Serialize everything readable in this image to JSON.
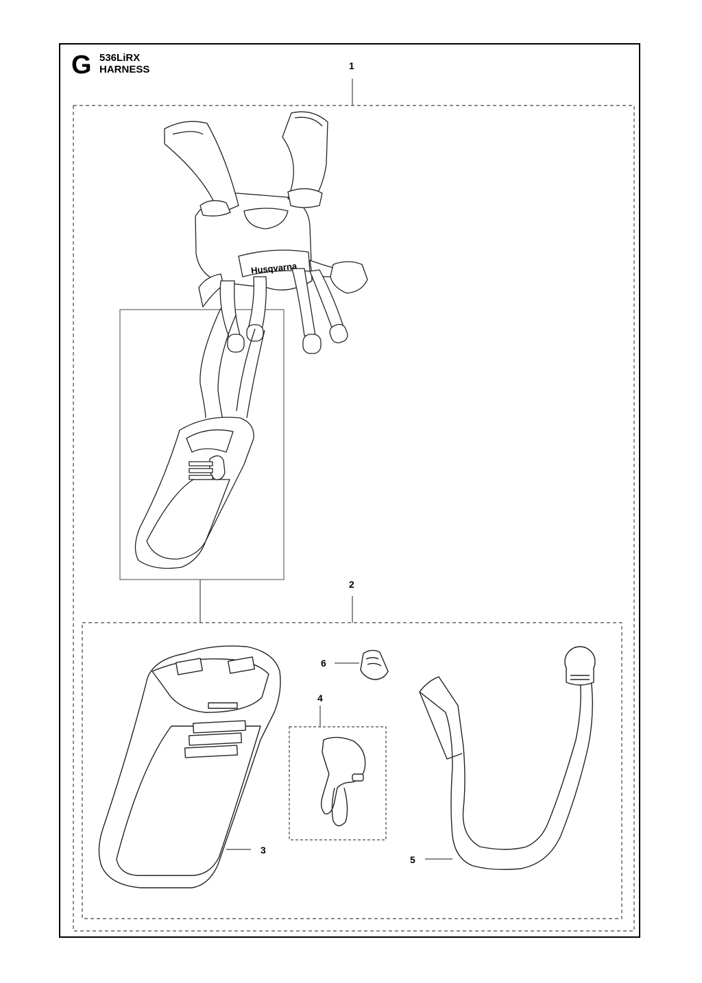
{
  "header": {
    "section_letter": "G",
    "model": "536LiRX",
    "section_name": "HARNESS"
  },
  "brand_mark": "Husqvarna",
  "callouts": [
    {
      "id": "1",
      "label": "1"
    },
    {
      "id": "2",
      "label": "2"
    },
    {
      "id": "3",
      "label": "3"
    },
    {
      "id": "4",
      "label": "4"
    },
    {
      "id": "5",
      "label": "5"
    },
    {
      "id": "6",
      "label": "6"
    }
  ]
}
